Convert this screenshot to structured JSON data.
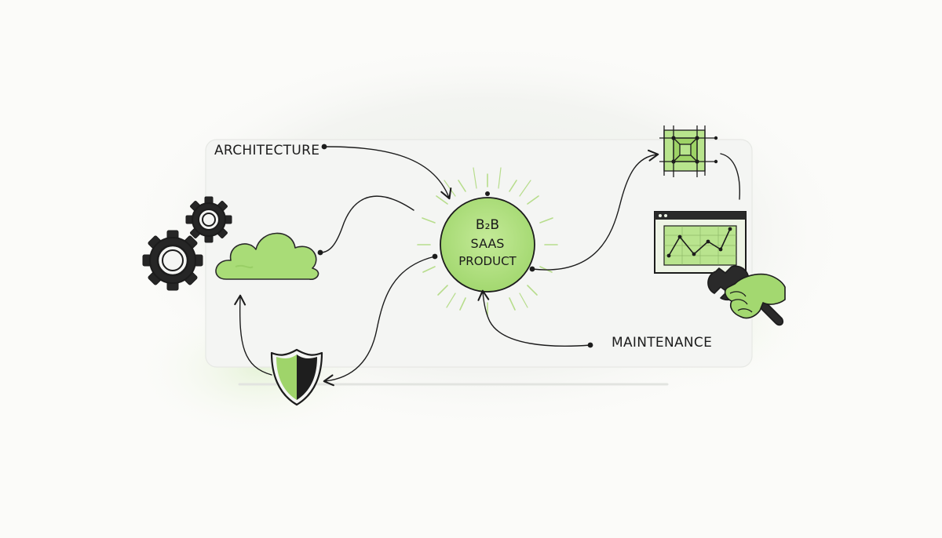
{
  "diagram": {
    "hub": {
      "line1": "B₂B",
      "line2": "SAAS",
      "line3": "PRODUCT"
    },
    "labels": {
      "architecture": "ARCHITECTURE",
      "maintenance": "MAINTENANCE"
    },
    "icons": [
      "gears-icon",
      "cloud-icon",
      "shield-icon",
      "blueprint-icon",
      "browser-chart-icon",
      "wrench-hand-icon"
    ],
    "colors": {
      "accent": "#a8dc74",
      "accent_light": "#c9ec9f",
      "ink": "#1c1c1c",
      "panel": "#f4f5f3"
    }
  }
}
